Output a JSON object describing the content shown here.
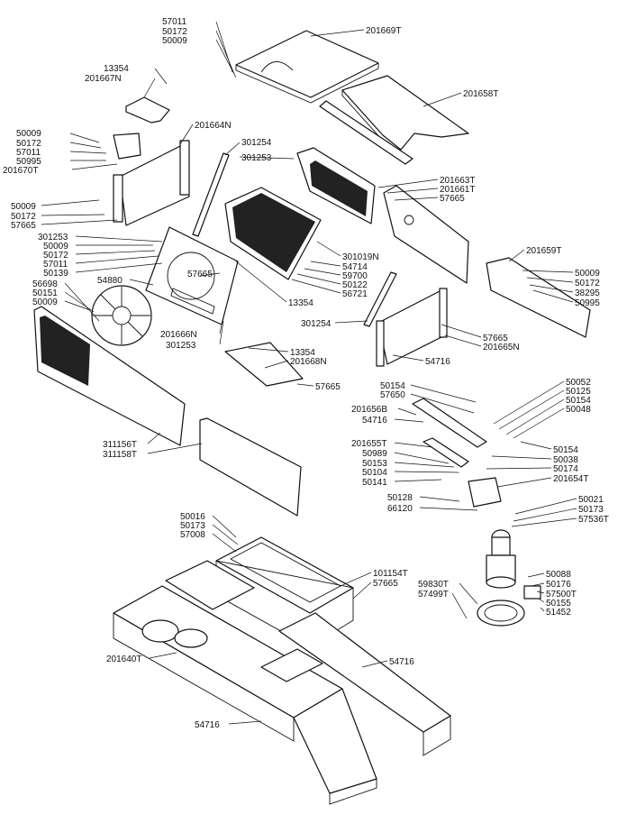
{
  "labels": [
    {
      "id": "l1",
      "text": "57011"
    },
    {
      "id": "l2",
      "text": "50172"
    },
    {
      "id": "l3",
      "text": "50009"
    },
    {
      "id": "l4",
      "text": "201669T"
    },
    {
      "id": "l5",
      "text": "13354"
    },
    {
      "id": "l6",
      "text": "201667N"
    },
    {
      "id": "l7",
      "text": "201658T"
    },
    {
      "id": "l8",
      "text": "201664N"
    },
    {
      "id": "l9",
      "text": "50009"
    },
    {
      "id": "l10",
      "text": "50172"
    },
    {
      "id": "l11",
      "text": "57011"
    },
    {
      "id": "l12",
      "text": "50995"
    },
    {
      "id": "l13",
      "text": "201670T"
    },
    {
      "id": "l14",
      "text": "301254"
    },
    {
      "id": "l15",
      "text": "301253"
    },
    {
      "id": "l16",
      "text": "201663T"
    },
    {
      "id": "l17",
      "text": "201661T"
    },
    {
      "id": "l18",
      "text": "57665"
    },
    {
      "id": "l19",
      "text": "50009"
    },
    {
      "id": "l20",
      "text": "50172"
    },
    {
      "id": "l21",
      "text": "57665"
    },
    {
      "id": "l22",
      "text": "201659T"
    },
    {
      "id": "l23",
      "text": "301253"
    },
    {
      "id": "l24",
      "text": "50009"
    },
    {
      "id": "l25",
      "text": "50172"
    },
    {
      "id": "l26",
      "text": "57011"
    },
    {
      "id": "l27",
      "text": "50139"
    },
    {
      "id": "l28",
      "text": "301019N"
    },
    {
      "id": "l29",
      "text": "54714"
    },
    {
      "id": "l30",
      "text": "59700"
    },
    {
      "id": "l31",
      "text": "50122"
    },
    {
      "id": "l32",
      "text": "56721"
    },
    {
      "id": "l33",
      "text": "50009"
    },
    {
      "id": "l34",
      "text": "50172"
    },
    {
      "id": "l35",
      "text": "38295"
    },
    {
      "id": "l36",
      "text": "50995"
    },
    {
      "id": "l37",
      "text": "56698"
    },
    {
      "id": "l38",
      "text": "50151"
    },
    {
      "id": "l39",
      "text": "50009"
    },
    {
      "id": "l40",
      "text": "54880"
    },
    {
      "id": "l41",
      "text": "57665"
    },
    {
      "id": "l42",
      "text": "13354"
    },
    {
      "id": "l43",
      "text": "301254"
    },
    {
      "id": "l44",
      "text": "201666N"
    },
    {
      "id": "l45",
      "text": "301253"
    },
    {
      "id": "l46",
      "text": "57665"
    },
    {
      "id": "l47",
      "text": "201665N"
    },
    {
      "id": "l48",
      "text": "13354"
    },
    {
      "id": "l49",
      "text": "201668N"
    },
    {
      "id": "l50",
      "text": "54716"
    },
    {
      "id": "l51",
      "text": "57665"
    },
    {
      "id": "l52",
      "text": "50154"
    },
    {
      "id": "l53",
      "text": "57650"
    },
    {
      "id": "l54",
      "text": "50052"
    },
    {
      "id": "l55",
      "text": "50125"
    },
    {
      "id": "l56",
      "text": "50154"
    },
    {
      "id": "l57",
      "text": "50048"
    },
    {
      "id": "l58",
      "text": "201656B"
    },
    {
      "id": "l59",
      "text": "54716"
    },
    {
      "id": "l60",
      "text": "311156T"
    },
    {
      "id": "l61",
      "text": "311158T"
    },
    {
      "id": "l62",
      "text": "201655T"
    },
    {
      "id": "l63",
      "text": "50989"
    },
    {
      "id": "l64",
      "text": "50153"
    },
    {
      "id": "l65",
      "text": "50104"
    },
    {
      "id": "l66",
      "text": "50141"
    },
    {
      "id": "l67",
      "text": "50154"
    },
    {
      "id": "l68",
      "text": "50038"
    },
    {
      "id": "l69",
      "text": "50174"
    },
    {
      "id": "l70",
      "text": "201654T"
    },
    {
      "id": "l71",
      "text": "50128"
    },
    {
      "id": "l72",
      "text": "66120"
    },
    {
      "id": "l73",
      "text": "50021"
    },
    {
      "id": "l74",
      "text": "50173"
    },
    {
      "id": "l75",
      "text": "57536T"
    },
    {
      "id": "l76",
      "text": "50016"
    },
    {
      "id": "l77",
      "text": "50173"
    },
    {
      "id": "l78",
      "text": "57008"
    },
    {
      "id": "l79",
      "text": "101154T"
    },
    {
      "id": "l80",
      "text": "57665"
    },
    {
      "id": "l81",
      "text": "50088"
    },
    {
      "id": "l82",
      "text": "50176"
    },
    {
      "id": "l83",
      "text": "57500T"
    },
    {
      "id": "l84",
      "text": "50155"
    },
    {
      "id": "l85",
      "text": "51452"
    },
    {
      "id": "l86",
      "text": "59830T"
    },
    {
      "id": "l87",
      "text": "57499T"
    },
    {
      "id": "l88",
      "text": "201640T"
    },
    {
      "id": "l89",
      "text": "54716"
    },
    {
      "id": "l90",
      "text": "54716"
    }
  ]
}
